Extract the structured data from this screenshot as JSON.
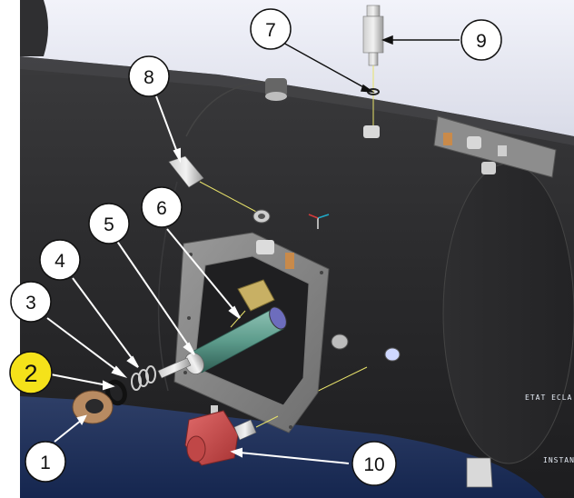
{
  "callouts": [
    {
      "id": "1",
      "label": "1",
      "highlighted": false
    },
    {
      "id": "2",
      "label": "2",
      "highlighted": true
    },
    {
      "id": "3",
      "label": "3",
      "highlighted": false
    },
    {
      "id": "4",
      "label": "4",
      "highlighted": false
    },
    {
      "id": "5",
      "label": "5",
      "highlighted": false
    },
    {
      "id": "6",
      "label": "6",
      "highlighted": false
    },
    {
      "id": "7",
      "label": "7",
      "highlighted": false
    },
    {
      "id": "8",
      "label": "8",
      "highlighted": false
    },
    {
      "id": "9",
      "label": "9",
      "highlighted": false
    },
    {
      "id": "10",
      "label": "10",
      "highlighted": false
    }
  ],
  "overlay": {
    "status_text_1": "ETAT ECLA",
    "status_text_2": "INSTAN"
  },
  "colors": {
    "highlight": "#f5e21a",
    "callout_fill": "#ffffff",
    "vessel": "#2c2c2e",
    "background_top": "#e9ebf5",
    "background_bottom": "#1b2f5a"
  }
}
